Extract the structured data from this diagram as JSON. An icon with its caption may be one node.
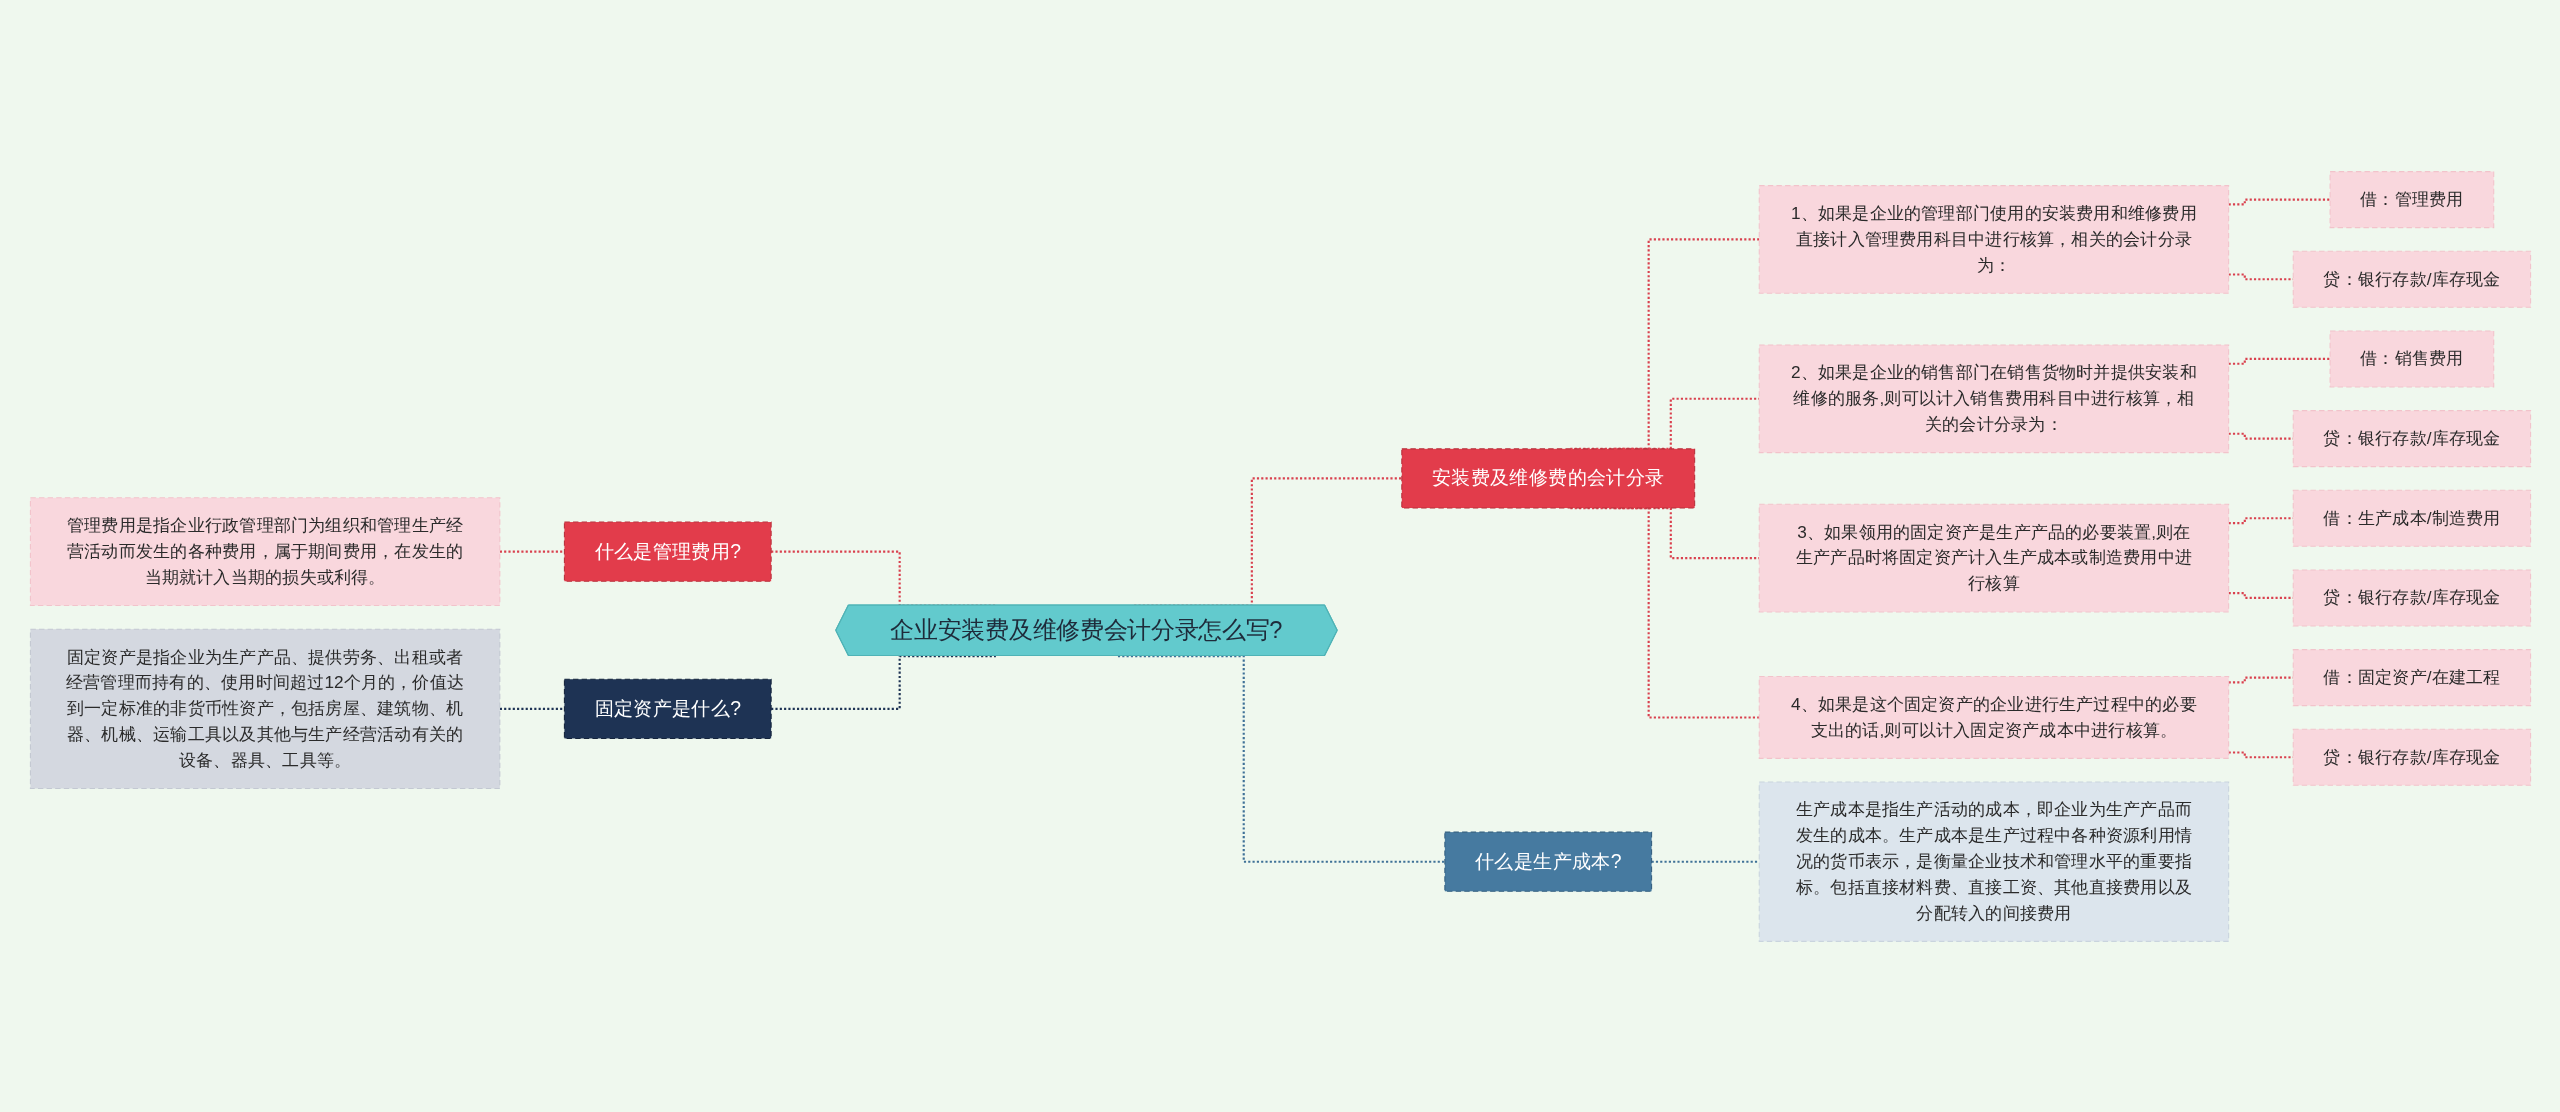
{
  "diagram": {
    "nodes": [
      {
        "text": [
          "企业安装费及维修费会计分录怎么写?"
        ]
      },
      {
        "text": [
          "什么是管理费用?"
        ]
      },
      {
        "text": [
          "管理费用是指企业行政管理部门为组织和管理生产经营活动而发生的各种费用，属于期间费用，在发生的当期就计入当期的损失或利得。"
        ]
      },
      {
        "text": [
          "固定资产是什么?"
        ]
      },
      {
        "text": [
          "固定资产是指企业为生产产品、提供劳务、出租或者经营管理而持有的、使用时间超过12个月的，价值达到一定标准的非货币性资产，包括房屋、建筑物、机器、机械、运输工具以及其他与生产经营活动有关的设备、器具、工具等。"
        ]
      },
      {
        "text": [
          "安装费及维修费的会计分录"
        ]
      },
      {
        "text": [
          "1、如果是企业的管理部门使用的安装费用和维修费用直接计入管理费用科目中进行核算，相关的会计分录为："
        ]
      },
      {
        "text": [
          "借：管理费用"
        ]
      },
      {
        "text": [
          "贷：银行存款/库存现金"
        ]
      },
      {
        "text": [
          "2、如果是企业的销售部门在销售货物时并提供安装和维修的服务,则可以计入销售费用科目中进行核算，相关的会计分录为："
        ]
      },
      {
        "text": [
          "借：销售费用"
        ]
      },
      {
        "text": [
          "贷：银行存款/库存现金"
        ]
      },
      {
        "text": [
          "3、如果领用的固定资产是生产产品的必要装置,则在生产产品时将固定资产计入生产成本或制造费用中进行核算"
        ]
      },
      {
        "text": [
          "借：生产成本/制造费用"
        ]
      },
      {
        "text": [
          "贷：银行存款/库存现金"
        ]
      },
      {
        "text": [
          "4、如果是这个固定资产的企业进行生产过程中的必要支出的话,则可以计入固定资产成本中进行核算。"
        ]
      },
      {
        "text": [
          "借：固定资产/在建工程"
        ]
      },
      {
        "text": [
          "贷：银行存款/库存现金"
        ]
      },
      {
        "text": [
          "什么是生产成本?"
        ]
      },
      {
        "text": [
          "生产成本是指生产活动的成本，即企业为生产产品而发生的成本。生产成本是生产过程中各种资源利用情况的货币表示，是衡量企业技术和管理水平的重要指标。包括直接材料费、直接工资、其他直接费用以及分配转入的间接费用"
        ]
      }
    ],
    "edges": [
      {
        "from": 2,
        "to": 1,
        "arrow": "none",
        "style": "dashed"
      },
      {
        "from": 1,
        "to": 0,
        "arrow": "none",
        "style": "dashed"
      },
      {
        "from": 4,
        "to": 3,
        "arrow": "none",
        "style": "dashed",
        "color": "#1e3354"
      },
      {
        "from": 3,
        "to": 0,
        "arrow": "none",
        "style": "dashed",
        "color": "#1e3354"
      },
      {
        "from": 0,
        "to": 5,
        "arrow": "none",
        "style": "dashed"
      },
      {
        "from": 5,
        "to": 6,
        "arrow": "none",
        "style": "dashed"
      },
      {
        "from": 6,
        "to": 7,
        "arrow": "none",
        "style": "dashed"
      },
      {
        "from": 6,
        "to": 8,
        "arrow": "none",
        "style": "dashed"
      },
      {
        "from": 5,
        "to": 9,
        "arrow": "none",
        "style": "dashed"
      },
      {
        "from": 9,
        "to": 10,
        "arrow": "none",
        "style": "dashed"
      },
      {
        "from": 9,
        "to": 11,
        "arrow": "none",
        "style": "dashed"
      },
      {
        "from": 5,
        "to": 12,
        "arrow": "none",
        "style": "dashed"
      },
      {
        "from": 12,
        "to": 13,
        "arrow": "none",
        "style": "dashed"
      },
      {
        "from": 12,
        "to": 14,
        "arrow": "none",
        "style": "dashed"
      },
      {
        "from": 5,
        "to": 15,
        "arrow": "none",
        "style": "dashed"
      },
      {
        "from": 15,
        "to": 16,
        "arrow": "none",
        "style": "dashed"
      },
      {
        "from": 15,
        "to": 17,
        "arrow": "none",
        "style": "dashed"
      },
      {
        "from": 0,
        "to": 18,
        "arrow": "none",
        "style": "dashed",
        "color": "#3f7197"
      },
      {
        "from": 18,
        "to": 19,
        "arrow": "none",
        "style": "dashed",
        "color": "#3f7197"
      }
    ]
  }
}
